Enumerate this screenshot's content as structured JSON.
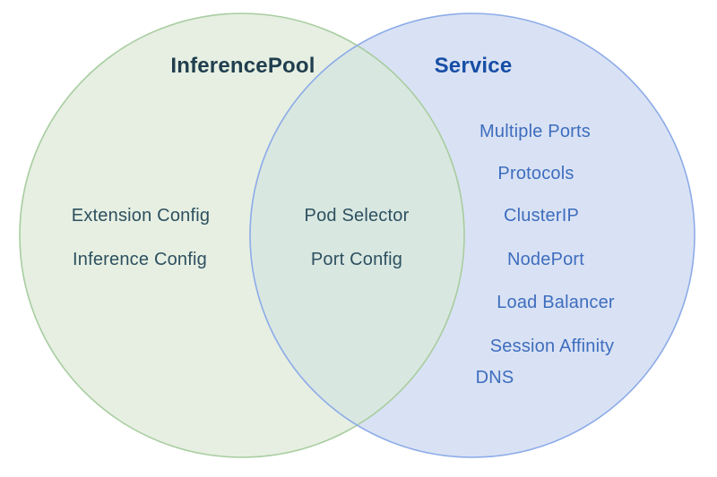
{
  "diagram": {
    "type": "venn",
    "background_color": "#ffffff",
    "left_set": {
      "title": "InferencePool",
      "title_color": "#203e4e",
      "item_color": "#2d505f",
      "fill": "#e6efe2",
      "stroke": "#a8cda0",
      "items": [
        "Extension Config",
        "Inference Config"
      ]
    },
    "right_set": {
      "title": "Service",
      "title_color": "#174ea6",
      "item_color": "#3e6dbe",
      "fill": "#d9e2f4",
      "stroke": "#8cabe8",
      "items": [
        "Multiple Ports",
        "Protocols",
        "ClusterIP",
        "NodePort",
        "Load Balancer",
        "Session Affinity",
        "DNS"
      ]
    },
    "intersection": {
      "fill": "#d9e7e1",
      "item_color": "#2d505f",
      "items": [
        "Pod Selector",
        "Port Config"
      ]
    }
  }
}
